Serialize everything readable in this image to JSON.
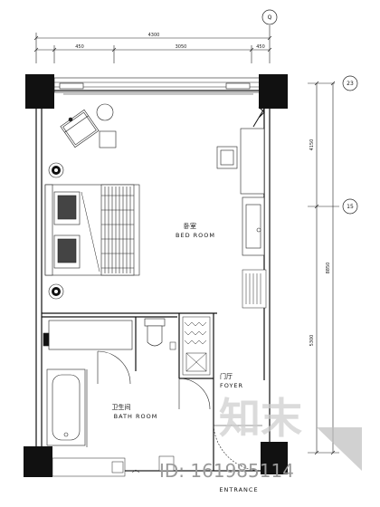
{
  "grid": {
    "top_axis": "Q",
    "right_axis_upper": "23",
    "right_axis_mid": "15"
  },
  "dimensions": {
    "top_total": "4300",
    "top_left": "450",
    "top_mid": "3050",
    "top_right": "450",
    "right_upper": "4150",
    "right_total": "8850",
    "right_lower": "5300"
  },
  "rooms": {
    "bedroom_cn": "卧室",
    "bedroom_en": "BED ROOM",
    "bathroom_cn": "卫生间",
    "bathroom_en": "BATH ROOM",
    "foyer_cn": "门厅",
    "foyer_en": "FOYER",
    "entrance_en": "ENTRANCE"
  },
  "watermark": {
    "brand": "知末",
    "id_text": "ID: 161985114"
  }
}
